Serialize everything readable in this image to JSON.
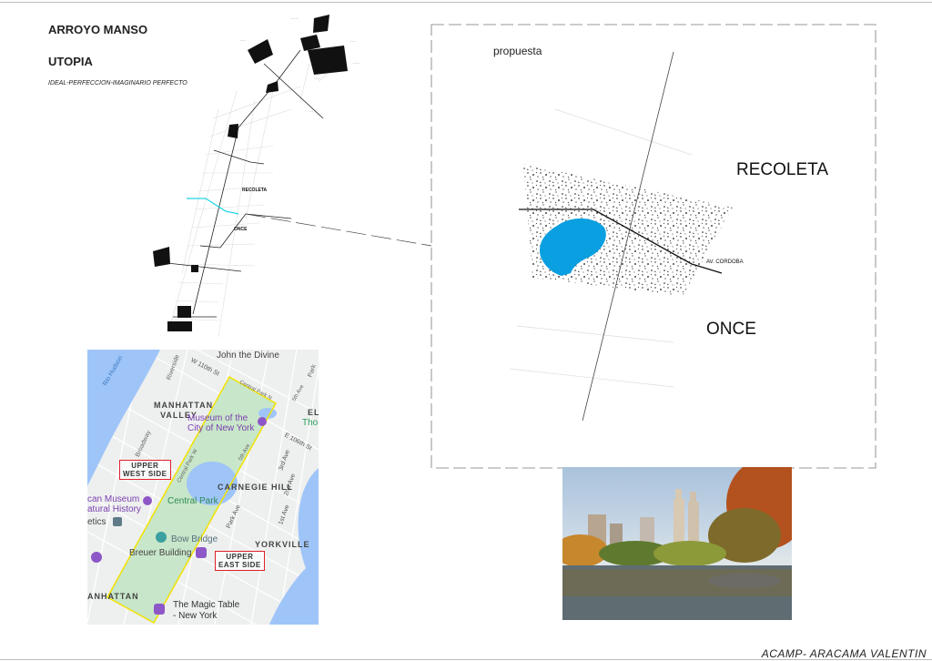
{
  "header": {
    "title": "ARROYO MANSO",
    "subtitle": "UTOPIA",
    "tagline": "IDEAL-PERFECCION-IMAGINARIO PERFECTO"
  },
  "plan": {
    "labels": [
      "RECOLETA",
      "ONCE"
    ]
  },
  "proposal": {
    "label": "propuesta",
    "district_north": "RECOLETA",
    "district_south": "ONCE",
    "street": "AV. CORDOBA",
    "water_color": "#0a9fe0"
  },
  "map": {
    "districts": [
      "MANHATTAN VALLEY",
      "CARNEGIE HILL",
      "YORKVILLE",
      "ANHATTAN"
    ],
    "boxed": [
      "UPPER\nWEST SIDE",
      "UPPER\nEAST SIDE"
    ],
    "pois": [
      "Museum of the\nCity of New York",
      "can Museum\natural History",
      "Breuer Building",
      "The Magic Table\n- New York",
      "etics"
    ],
    "park": "Central Park",
    "bridge": "Bow Bridge",
    "streets": [
      "W 110th St",
      "Broadway",
      "Central Park W",
      "5th Ave",
      "Park Ave",
      "3rd Ave",
      "2nd Ave",
      "1st Ave",
      "E 106th St",
      "Central Park N",
      "Riverside",
      "Park"
    ],
    "river": "Rio Hudson",
    "partial": [
      "John the Divine",
      "Tho",
      "EL"
    ],
    "outline_color": "#f2e200"
  },
  "footer": {
    "author": "ACAMP- ARACAMA VALENTIN"
  }
}
